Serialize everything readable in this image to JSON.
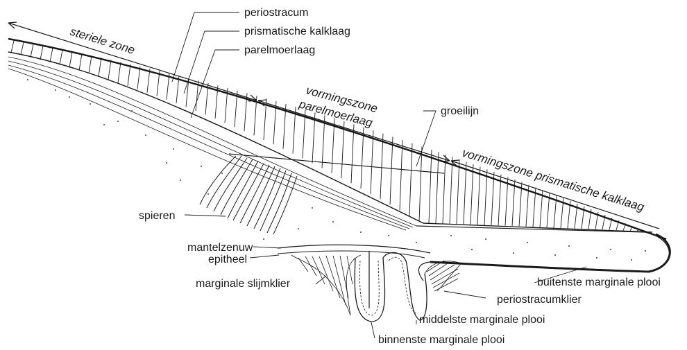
{
  "labels": {
    "periostracum": "periostracum",
    "prismatische_kalklaag": "prismatische kalklaag",
    "parelmoerlaag": "parelmoerlaag",
    "steriele_zone": "steriele zone",
    "vormingszone_pm_1": "vormingszone",
    "vormingszone_pm_2": "parelmoerlaag",
    "groeilijn": "groeilijn",
    "vormingszone_prism": "vormingszone prismatische kalklaag",
    "spieren": "spieren",
    "mantelzenuw": "mantelzenuw",
    "epitheel": "epitheel",
    "marginale_slijmklier": "marginale slijmklier",
    "buitenste_plooi": "buitenste marginale plooi",
    "periostracumklier": "periostracumklier",
    "middelste_plooi": "middelste marginale plooi",
    "binnenste_plooi": "binnenste marginale plooi"
  },
  "colors": {
    "ink": "#1a1a1a",
    "background": "#ffffff"
  }
}
